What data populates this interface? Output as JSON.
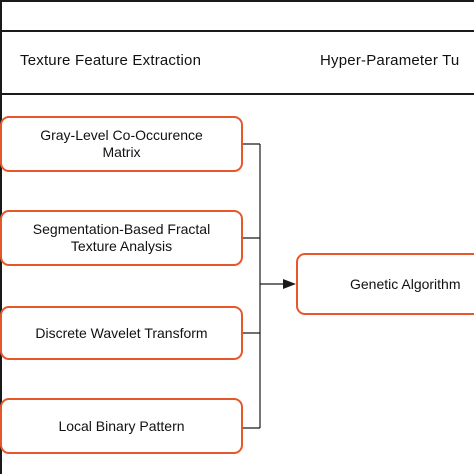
{
  "columns": {
    "left_header": "Texture Feature Extraction",
    "right_header": "Hyper-Parameter Tu"
  },
  "feature_methods": [
    {
      "label": "Gray-Level Co-Occurence\nMatrix"
    },
    {
      "label": "Segmentation-Based Fractal\nTexture Analysis"
    },
    {
      "label": "Discrete Wavelet Transform"
    },
    {
      "label": "Local Binary Pattern"
    }
  ],
  "tuning_method": {
    "label": "Genetic Algorithm"
  },
  "colors": {
    "box_border": "#e8572a",
    "lines": "#1a1a1a",
    "background": "#ffffff"
  }
}
